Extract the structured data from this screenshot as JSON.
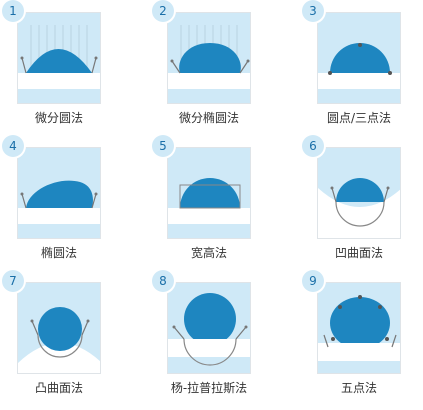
{
  "methods": [
    {
      "num": "1",
      "label": "微分圆法"
    },
    {
      "num": "2",
      "label": "微分椭圆法"
    },
    {
      "num": "3",
      "label": "圆点/三点法"
    },
    {
      "num": "4",
      "label": "椭圆法"
    },
    {
      "num": "5",
      "label": "宽高法"
    },
    {
      "num": "6",
      "label": "凹曲面法"
    },
    {
      "num": "7",
      "label": "凸曲面法"
    },
    {
      "num": "8",
      "label": "杨-拉普拉斯法"
    },
    {
      "num": "9",
      "label": "五点法"
    }
  ],
  "colors": {
    "panel_bg": "#cfe9f7",
    "badge_bg": "#cfe9f7",
    "badge_text": "#1a6fa8",
    "drop": "#1e86c0",
    "substrate": "#ffffff",
    "tangent": "#777777"
  }
}
